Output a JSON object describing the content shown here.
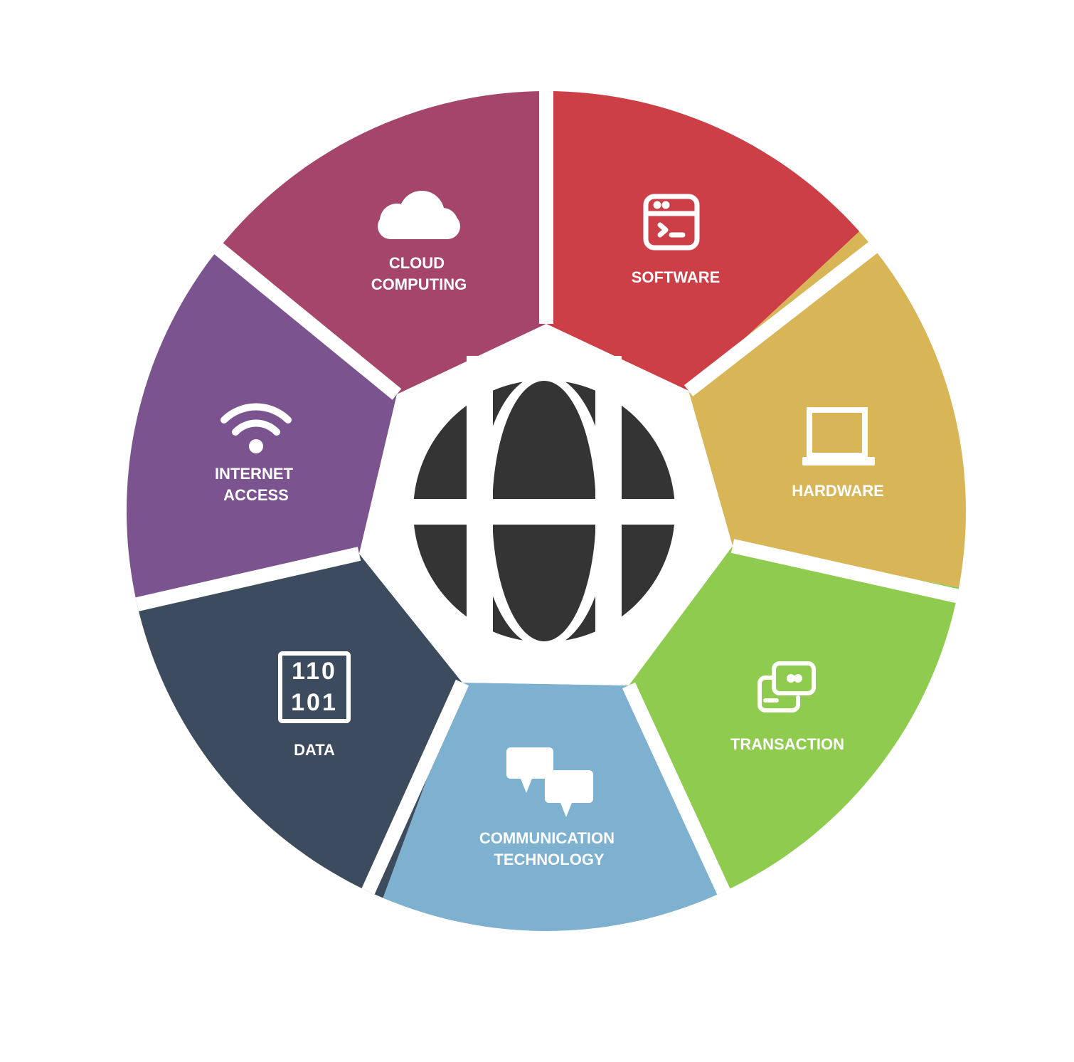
{
  "diagram": {
    "background_color": "#ffffff",
    "gap_color": "#ffffff",
    "center_icon": {
      "name": "globe-icon",
      "color": "#343434"
    },
    "segments": [
      {
        "id": "software",
        "label_lines": [
          "SOFTWARE"
        ],
        "color": "#cc3f46",
        "icon": "terminal-window-icon"
      },
      {
        "id": "hardware",
        "label_lines": [
          "HARDWARE"
        ],
        "color": "#d8b657",
        "icon": "laptop-icon"
      },
      {
        "id": "transaction",
        "label_lines": [
          "TRANSACTION"
        ],
        "color": "#8fcb4f",
        "icon": "payment-cards-icon"
      },
      {
        "id": "communication-technology",
        "label_lines": [
          "COMMUNICATION",
          "TECHNOLOGY"
        ],
        "color": "#7eb0cf",
        "icon": "chat-bubbles-icon"
      },
      {
        "id": "data",
        "label_lines": [
          "DATA"
        ],
        "color": "#3d4b5f",
        "icon": "binary-data-icon"
      },
      {
        "id": "internet-access",
        "label_lines": [
          "INTERNET",
          "ACCESS"
        ],
        "color": "#7a538f",
        "icon": "wifi-icon"
      },
      {
        "id": "cloud-computing",
        "label_lines": [
          "CLOUD",
          "COMPUTING"
        ],
        "color": "#a5456b",
        "icon": "cloud-icon"
      }
    ]
  }
}
